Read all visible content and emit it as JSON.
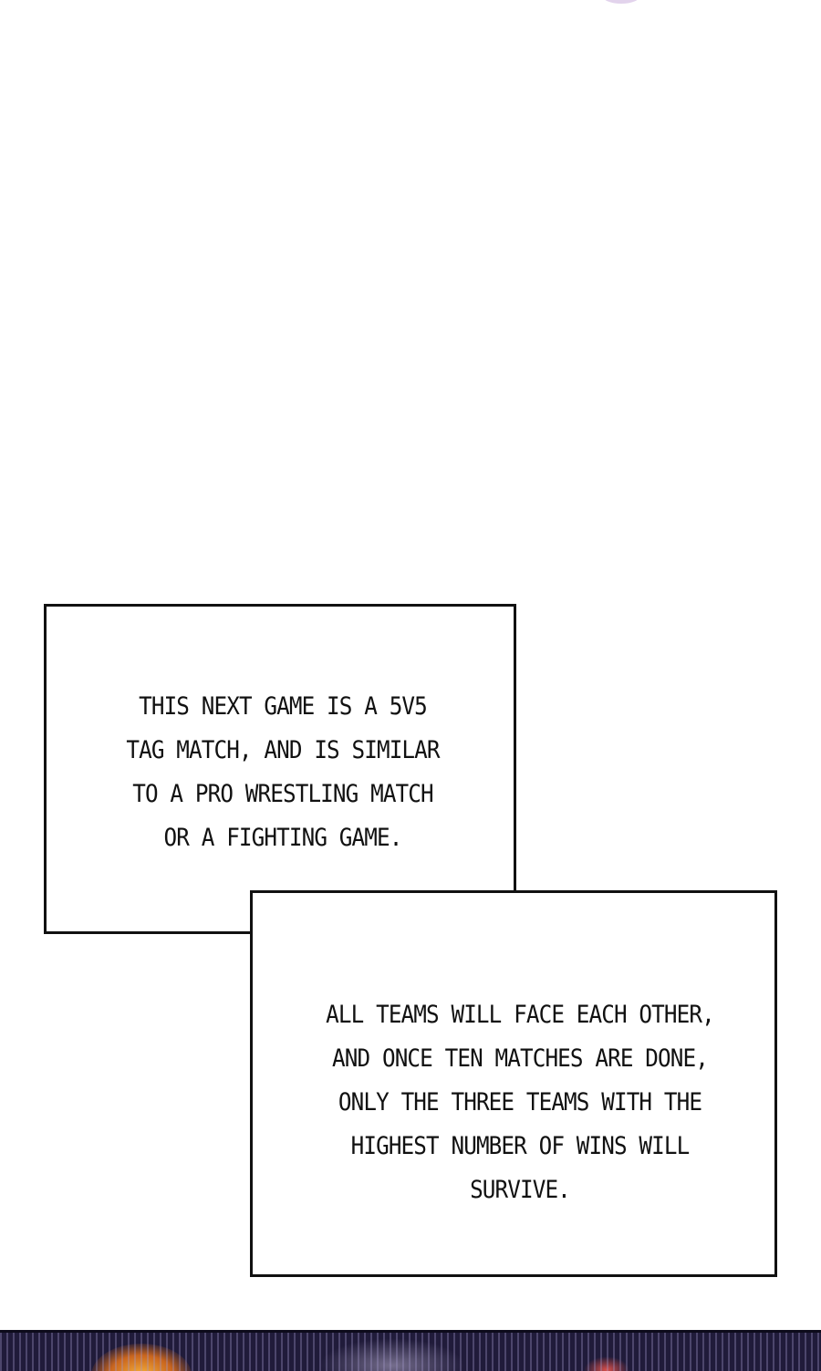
{
  "caption_1": {
    "lines": [
      "THIS NEXT GAME IS A 5V5",
      "TAG MATCH, AND IS SIMILAR",
      "TO A PRO WRESTLING MATCH",
      "OR A FIGHTING GAME."
    ]
  },
  "caption_2": {
    "lines": [
      "ALL TEAMS WILL FACE EACH OTHER,",
      "AND ONCE TEN MATCHES ARE DONE,",
      "ONLY THE THREE TEAMS WITH THE",
      "HIGHEST NUMBER OF WINS WILL",
      "SURVIVE."
    ]
  },
  "colors": {
    "panel_background": "#ffffff",
    "border": "#111111",
    "text": "#111111",
    "bottom_strip": "#201b3a"
  }
}
